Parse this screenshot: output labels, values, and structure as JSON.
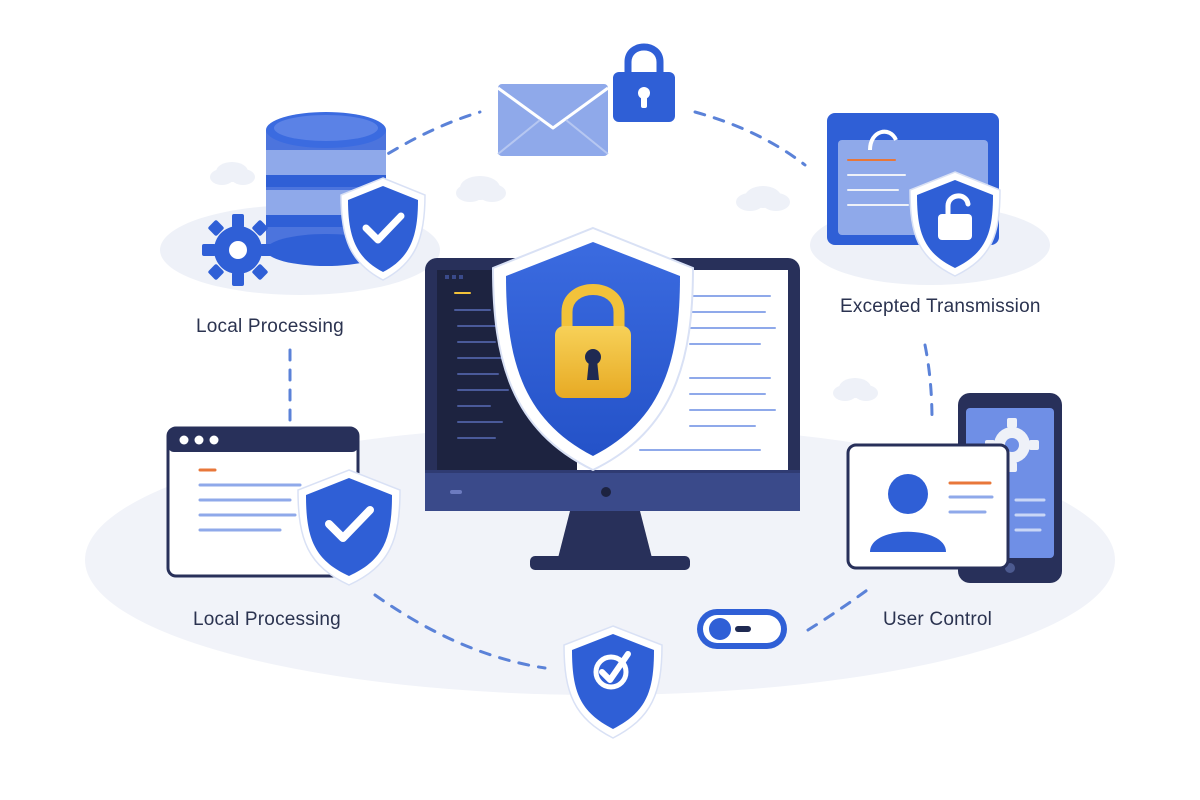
{
  "labels": {
    "top_left": "Local Processing",
    "top_right": "Excepted Transmission",
    "bottom_left": "Local Processing",
    "bottom_right": "User Control"
  },
  "colors": {
    "primary_blue": "#2f5fd6",
    "dark_navy": "#1f2a52",
    "light_blue": "#8fa9ea",
    "pale_blue": "#eef1f8",
    "lock_gold": "#f2c23a",
    "accent_orange": "#e8773a"
  },
  "icons": {
    "center": "shield-padlock-icon",
    "top_left": "database-shield-check-icon",
    "top_center": "envelope-padlock-icon",
    "top_right": "folder-shield-unlock-icon",
    "bottom_left": "browser-window-shield-check-icon",
    "bottom_center": "shield-check-icon",
    "bottom_toggle": "toggle-switch-icon",
    "bottom_right": "user-profile-phone-icon"
  }
}
